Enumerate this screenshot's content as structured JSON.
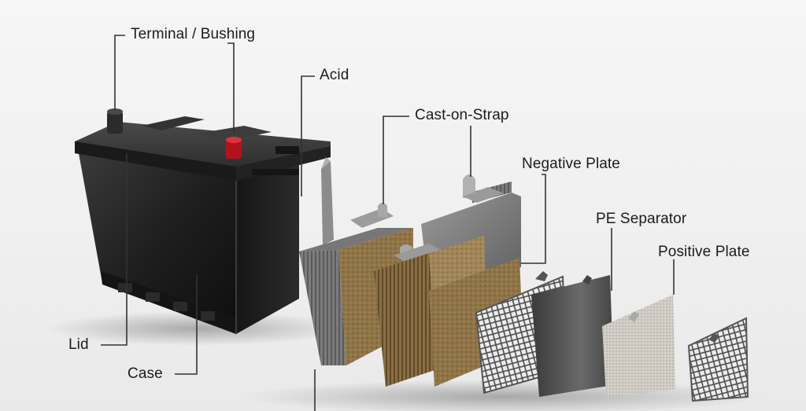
{
  "labels": {
    "terminal": "Terminal / Bushing",
    "acid": "Acid",
    "cast_on_strap": "Cast-on-Strap",
    "negative_plate": "Negative Plate",
    "pe_separator": "PE Separator",
    "positive_plate": "Positive Plate",
    "lid": "Lid",
    "case": "Case"
  }
}
